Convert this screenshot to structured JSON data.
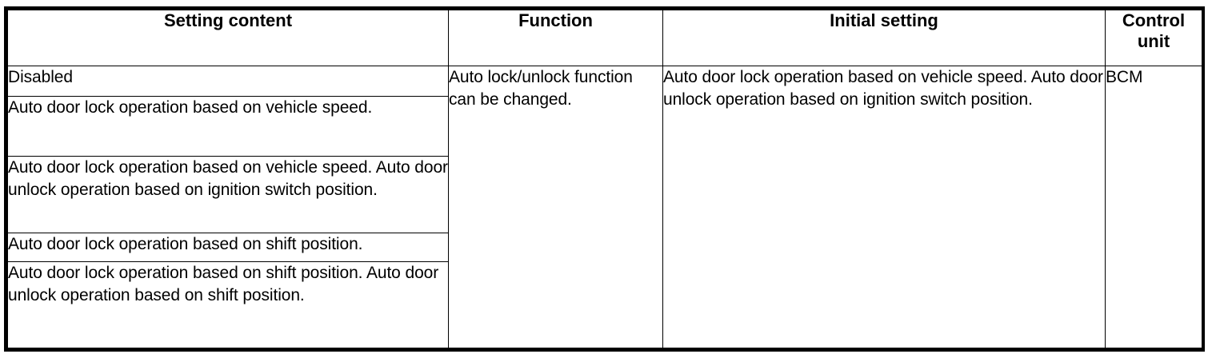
{
  "table": {
    "columns": [
      {
        "key": "setting_content",
        "label": "Setting content",
        "align": "center"
      },
      {
        "key": "function",
        "label": "Function",
        "align": "center"
      },
      {
        "key": "initial_setting",
        "label": "Initial setting",
        "align": "center"
      },
      {
        "key": "control_unit",
        "label": "Control\nunit",
        "align": "center"
      }
    ],
    "rows": [
      {
        "setting_content": "Disabled"
      },
      {
        "setting_content": "Auto door lock operation based on vehicle speed."
      },
      {
        "setting_content": "Auto door lock operation based on vehicle speed. Auto door unlock operation based on ignition switch position."
      },
      {
        "setting_content": "Auto door lock operation based on shift position."
      },
      {
        "setting_content": "Auto door lock operation based on shift position. Auto door unlock operation based on shift position."
      }
    ],
    "merged": {
      "function": "Auto lock/unlock function can be changed.",
      "initial_setting": "Auto door lock operation based on vehicle speed. Auto door unlock operation based on ignition switch position.",
      "control_unit": "BCM"
    }
  },
  "colors": {
    "border": "#000000",
    "text": "#000000",
    "background": "#ffffff"
  }
}
